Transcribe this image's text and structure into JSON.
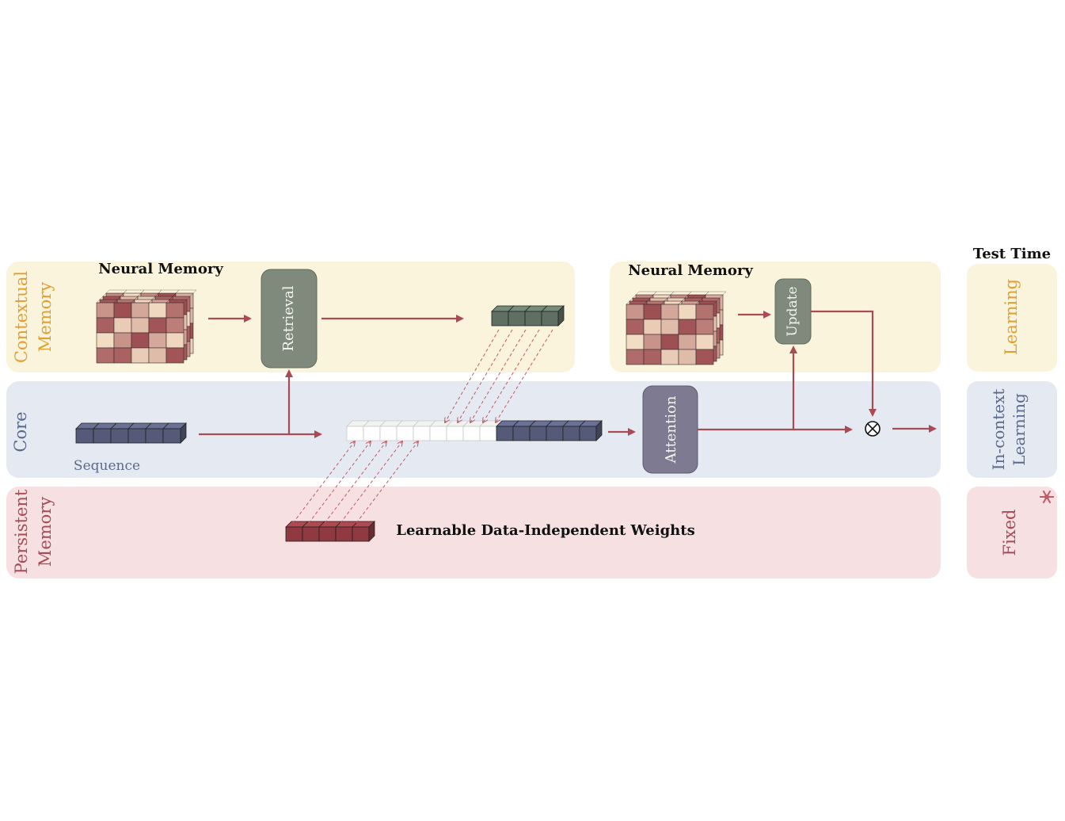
{
  "contextual_memory": {
    "label_line1": "Contextual",
    "label_line2": "Memory",
    "neural_memory_left": "Neural Memory",
    "neural_memory_right": "Neural Memory",
    "retrieval_label": "Retrieval",
    "update_label": "Update"
  },
  "core": {
    "label": "Core",
    "sequence_label": "Sequence",
    "attention_label": "Attention",
    "combine_symbol": "⊗"
  },
  "persistent_memory": {
    "label_line1": "Persistent",
    "label_line2": "Memory",
    "weights_label": "Learnable Data-Independent Weights"
  },
  "test_time": {
    "title": "Test Time",
    "learning_label": "Learning",
    "in_context_line1": "In-context",
    "in_context_line2": "Learning",
    "fixed_label": "Fixed",
    "snowflake_icon": "snowflake-icon"
  },
  "colors": {
    "contextual_band": "#fbf4dc",
    "core_band": "#e5eaf2",
    "persistent_band": "#f7e0e2",
    "arrow": "#a84b55",
    "orange_text": "#e0a030",
    "slate_text": "#5a6a8a",
    "red_text": "#a84b55",
    "retrieval_box": "#7f8a7c",
    "update_box": "#7f8a7c",
    "attention_box": "#7d7a92",
    "token_dark": "#555a78",
    "token_green": "#5f6f62",
    "token_red": "#8e3a40"
  }
}
